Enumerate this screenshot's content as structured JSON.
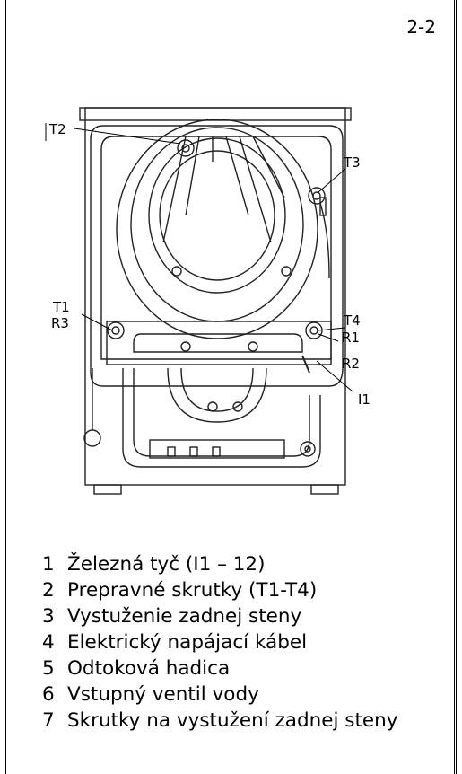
{
  "page": {
    "number": "2-2"
  },
  "callouts": {
    "t1": "T1",
    "t2": "T2",
    "t3": "T3",
    "t4": "T4",
    "r1": "R1",
    "r2": "R2",
    "r3": "R3",
    "i1": "I1"
  },
  "legend": {
    "items": [
      {
        "num": "1",
        "label": "Železná tyč (I1 – 12)"
      },
      {
        "num": "2",
        "label": "Prepravné skrutky (T1-T4)"
      },
      {
        "num": "3",
        "label": "Vystuženie zadnej steny"
      },
      {
        "num": "4",
        "label": "Elektrický napájací kábel"
      },
      {
        "num": "5",
        "label": "Odtoková hadica"
      },
      {
        "num": "6",
        "label": "Vstupný ventil vody"
      },
      {
        "num": "7",
        "label": "Skrutky na vystužení zadnej steny"
      }
    ]
  }
}
